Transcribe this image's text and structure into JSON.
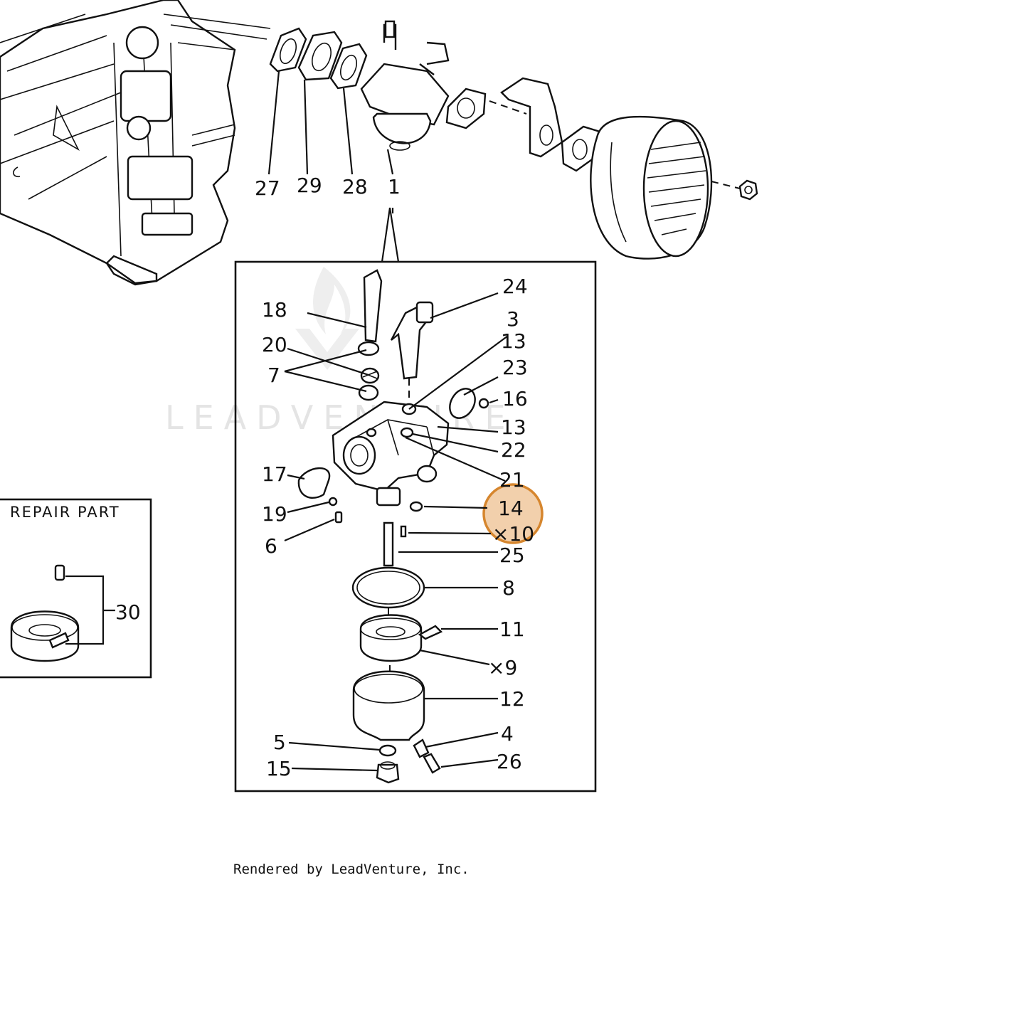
{
  "diagram": {
    "callouts": [
      {
        "id": "c27",
        "label": "27"
      },
      {
        "id": "c29",
        "label": "29"
      },
      {
        "id": "c28",
        "label": "28"
      },
      {
        "id": "c1",
        "label": "1"
      },
      {
        "id": "c24",
        "label": "24"
      },
      {
        "id": "c18",
        "label": "18"
      },
      {
        "id": "c3",
        "label": "3"
      },
      {
        "id": "c13a",
        "label": "13"
      },
      {
        "id": "c20",
        "label": "20"
      },
      {
        "id": "c23",
        "label": "23"
      },
      {
        "id": "c7",
        "label": "7"
      },
      {
        "id": "c16",
        "label": "16"
      },
      {
        "id": "c13b",
        "label": "13"
      },
      {
        "id": "c22",
        "label": "22"
      },
      {
        "id": "c17",
        "label": "17"
      },
      {
        "id": "c21",
        "label": "21"
      },
      {
        "id": "c19",
        "label": "19"
      },
      {
        "id": "c14",
        "label": "14"
      },
      {
        "id": "c10",
        "label": "×10"
      },
      {
        "id": "c6",
        "label": "6"
      },
      {
        "id": "c25",
        "label": "25"
      },
      {
        "id": "c8",
        "label": "8"
      },
      {
        "id": "c30",
        "label": "30"
      },
      {
        "id": "c11",
        "label": "11"
      },
      {
        "id": "c9",
        "label": "×9"
      },
      {
        "id": "c12",
        "label": "12"
      },
      {
        "id": "c4",
        "label": "4"
      },
      {
        "id": "c5",
        "label": "5"
      },
      {
        "id": "c26",
        "label": "26"
      },
      {
        "id": "c15",
        "label": "15"
      }
    ],
    "repair_part_title": "REPAIR PART",
    "watermark": "LEADVENTURE",
    "credit": "Rendered by LeadVenture, Inc.",
    "highlighted_part": "14",
    "highlight_color": "#e2964680"
  }
}
